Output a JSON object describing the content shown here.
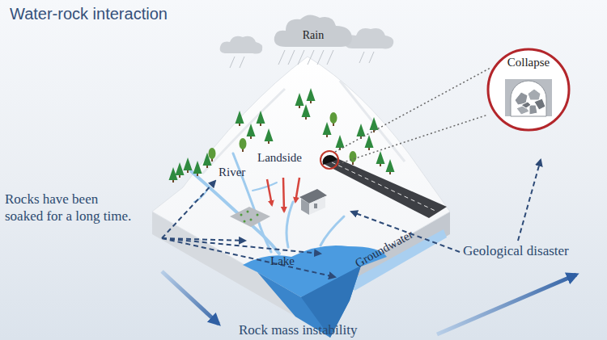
{
  "diagram": {
    "title": "Water-rock interaction",
    "nodes": [
      {
        "text": [
          "Rain"
        ]
      },
      {
        "text": [
          "Collapse"
        ]
      }
    ],
    "labels": [
      "River",
      "Landside",
      "Lake",
      "Groundwater",
      "Rocks have been soaked for a long time.",
      "Geological disaster",
      "Rock mass instability"
    ]
  }
}
